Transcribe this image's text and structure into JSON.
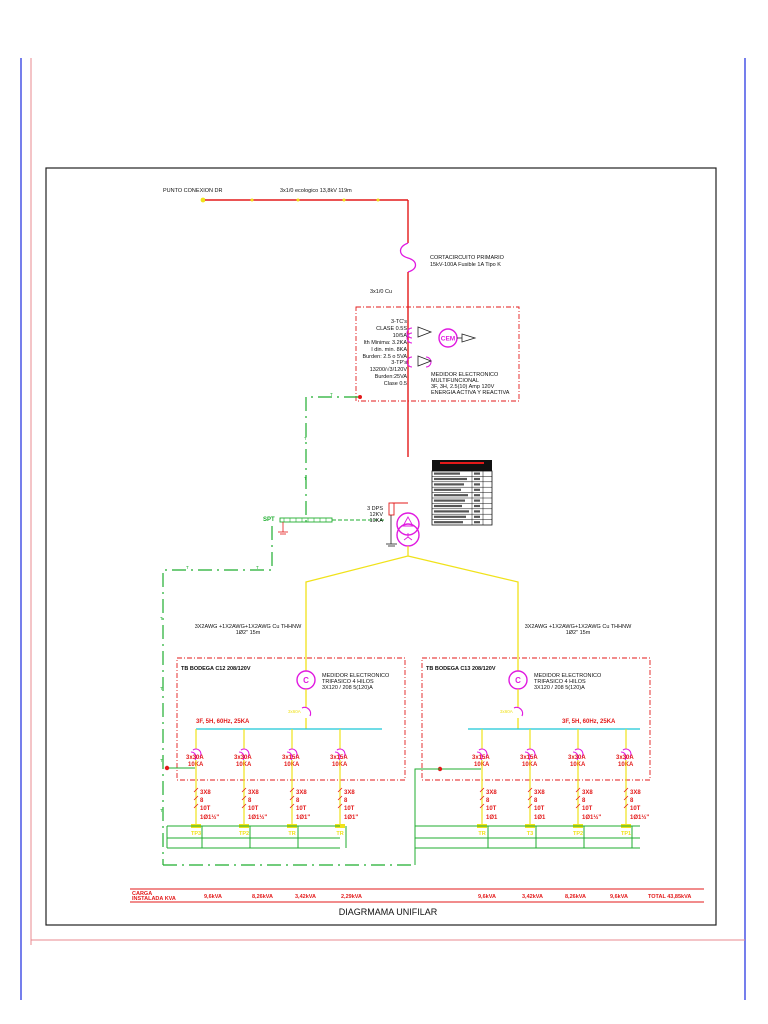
{
  "title": "DIAGRMAMA UNIFILAR",
  "source": {
    "point_label": "PUNTO CONEXION DR",
    "line_label": "3x1/0 ecologico 13,8kV 119m"
  },
  "cutout": {
    "title": "CORTACIRCUITO PRIMARIO",
    "spec": "15kV-100A Fusible 1A Tipo K"
  },
  "cable_mv": "3x1/0 Cu",
  "metering": {
    "ct_lines": [
      "3-TC's",
      "CLASE 0.5S",
      "10/5A",
      "Ith Minima: 3.2KA",
      "I din. min. 8KA",
      "Burden: 2.5 o 5VA"
    ],
    "pt_lines": [
      "3-TP's",
      "13200/√3/120V",
      "Burden:25VA",
      "Clase 0.5"
    ],
    "cem_label": "CEM",
    "meter_lines": [
      "MEDIDOR ELECTRONICO",
      "MULTIFUNCIONAL",
      "3F, 3H, 2.5(10) Amp 120V",
      "ENERGIA ACTIVA Y REACTIVA"
    ]
  },
  "dps": [
    "3 DPS",
    "12KV",
    "10KA"
  ],
  "spt_label": "SPT",
  "ground_letter": "T",
  "feeder_cable": [
    "3X2AWG +1X2AWG+1X2AWG Cu THHNW",
    "1Ø2\" 15m"
  ],
  "boards": [
    {
      "name": "TB BODEGA C12 208/120V",
      "meter_label": "C",
      "meter_lines": [
        "MEDIDOR ELECTRONICO",
        "TRIFASICO 4 HILOS",
        "3X120 / 208   5(120)A"
      ],
      "main_breaker": "3x60A",
      "bus_label": "3F, 5H, 60Hz, 25KA",
      "breakers": [
        {
          "rating": "3x30A",
          "ka": "10KA",
          "conductor": [
            "3X8",
            "8",
            "10T",
            "1Ø1½\""
          ],
          "load": "TP3"
        },
        {
          "rating": "3x30A",
          "ka": "10KA",
          "conductor": [
            "3X8",
            "8",
            "10T",
            "1Ø1½\""
          ],
          "load": "TP2"
        },
        {
          "rating": "3x15A",
          "ka": "10KA",
          "conductor": [
            "3X8",
            "8",
            "10T",
            "1Ø1\""
          ],
          "load": "TR"
        },
        {
          "rating": "3x15A",
          "ka": "10KA",
          "conductor": [
            "3X8",
            "8",
            "10T",
            "1Ø1\""
          ],
          "load": "TR"
        }
      ]
    },
    {
      "name": "TB BODEGA C13 208/120V",
      "meter_label": "C",
      "meter_lines": [
        "MEDIDOR ELECTRONICO",
        "TRIFASICO 4 HILOS",
        "3X120 / 208   5(120)A"
      ],
      "main_breaker": "3x60A",
      "bus_label": "3F, 5H, 60Hz, 25KA",
      "breakers": [
        {
          "rating": "3x15A",
          "ka": "10KA",
          "conductor": [
            "3X8",
            "8",
            "10T",
            "1Ø1"
          ],
          "load": "TR"
        },
        {
          "rating": "3x15A",
          "ka": "10KA",
          "conductor": [
            "3X8",
            "8",
            "10T",
            "1Ø1"
          ],
          "load": "T3"
        },
        {
          "rating": "3x30A",
          "ka": "10KA",
          "conductor": [
            "3X8",
            "8",
            "10T",
            "1Ø1½\""
          ],
          "load": "TP2"
        },
        {
          "rating": "3x30A",
          "ka": "10KA",
          "conductor": [
            "3X8",
            "8",
            "10T",
            "1Ø1½\""
          ],
          "load": "TP1"
        }
      ]
    }
  ],
  "load_table": {
    "label": [
      "CARGA",
      "INSTALADA KVA"
    ],
    "values": [
      "9,6kVA",
      "8,26kVA",
      "3,42kVA",
      "2,29kVA",
      "9,6kVA",
      "3,42kVA",
      "8,26kVA",
      "9,6kVA"
    ],
    "total": "TOTAL  43,85kVA"
  },
  "colors": {
    "primary_red": "#e31a1a",
    "yellow": "#f0e21a",
    "green": "#1fae2f",
    "magenta": "#e01ae0",
    "cyan": "#1ac8d8",
    "frame": "#222222",
    "blue_border": "#1a2ae0",
    "pink_border": "#e8888f"
  },
  "table_rows": 10
}
